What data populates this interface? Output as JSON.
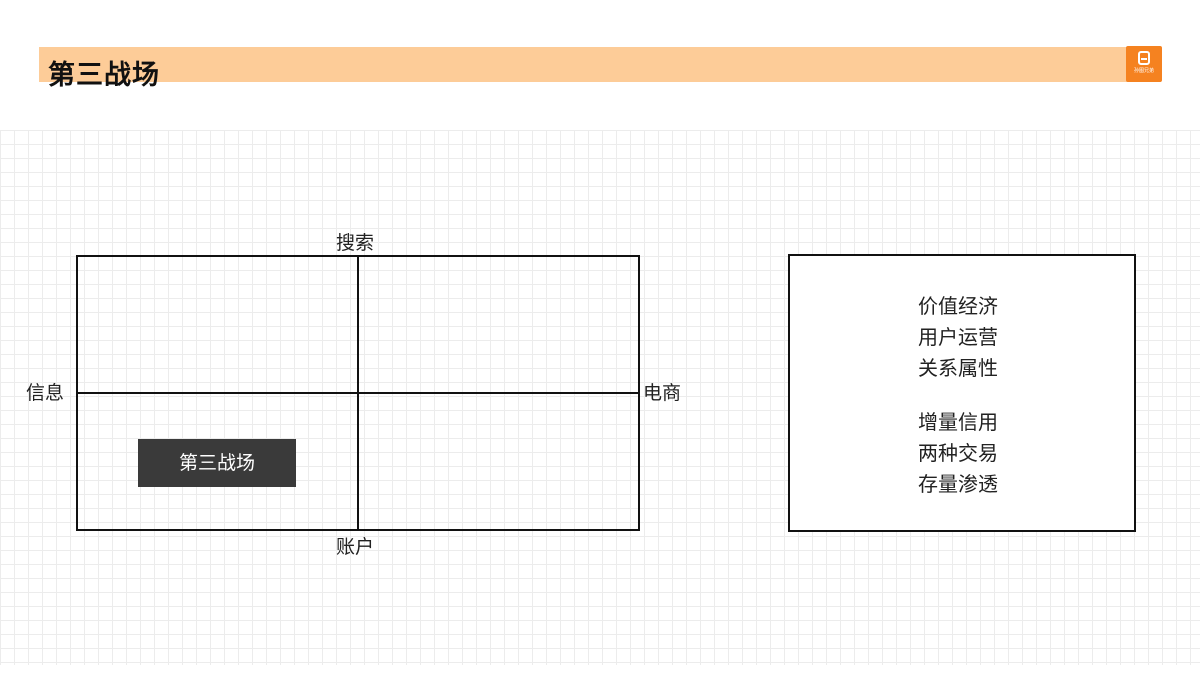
{
  "header": {
    "title": "第三战场",
    "logo_text": "孙图兄弟"
  },
  "diagram": {
    "axes": {
      "top": "搜索",
      "bottom": "账户",
      "left": "信息",
      "right": "电商"
    },
    "highlight_label": "第三战场",
    "side_panel": {
      "group_1": [
        "价值经济",
        "用户运营",
        "关系属性"
      ],
      "group_2": [
        "增量信用",
        "两种交易",
        "存量渗透"
      ]
    }
  },
  "colors": {
    "title_bar": "#fdcc98",
    "logo_bg": "#f58220",
    "tag_bg": "#3a3a3a",
    "line": "#111111",
    "grid": "#ececec"
  }
}
